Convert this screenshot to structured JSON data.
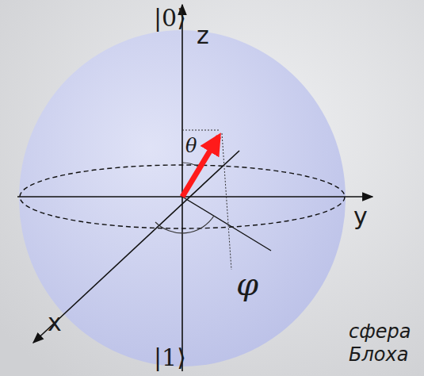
{
  "diagram": {
    "labels": [
      "|0⟩",
      "z",
      "θ",
      "y",
      "φ",
      "x",
      "|1⟩",
      "сфера Блоха"
    ]
  }
}
